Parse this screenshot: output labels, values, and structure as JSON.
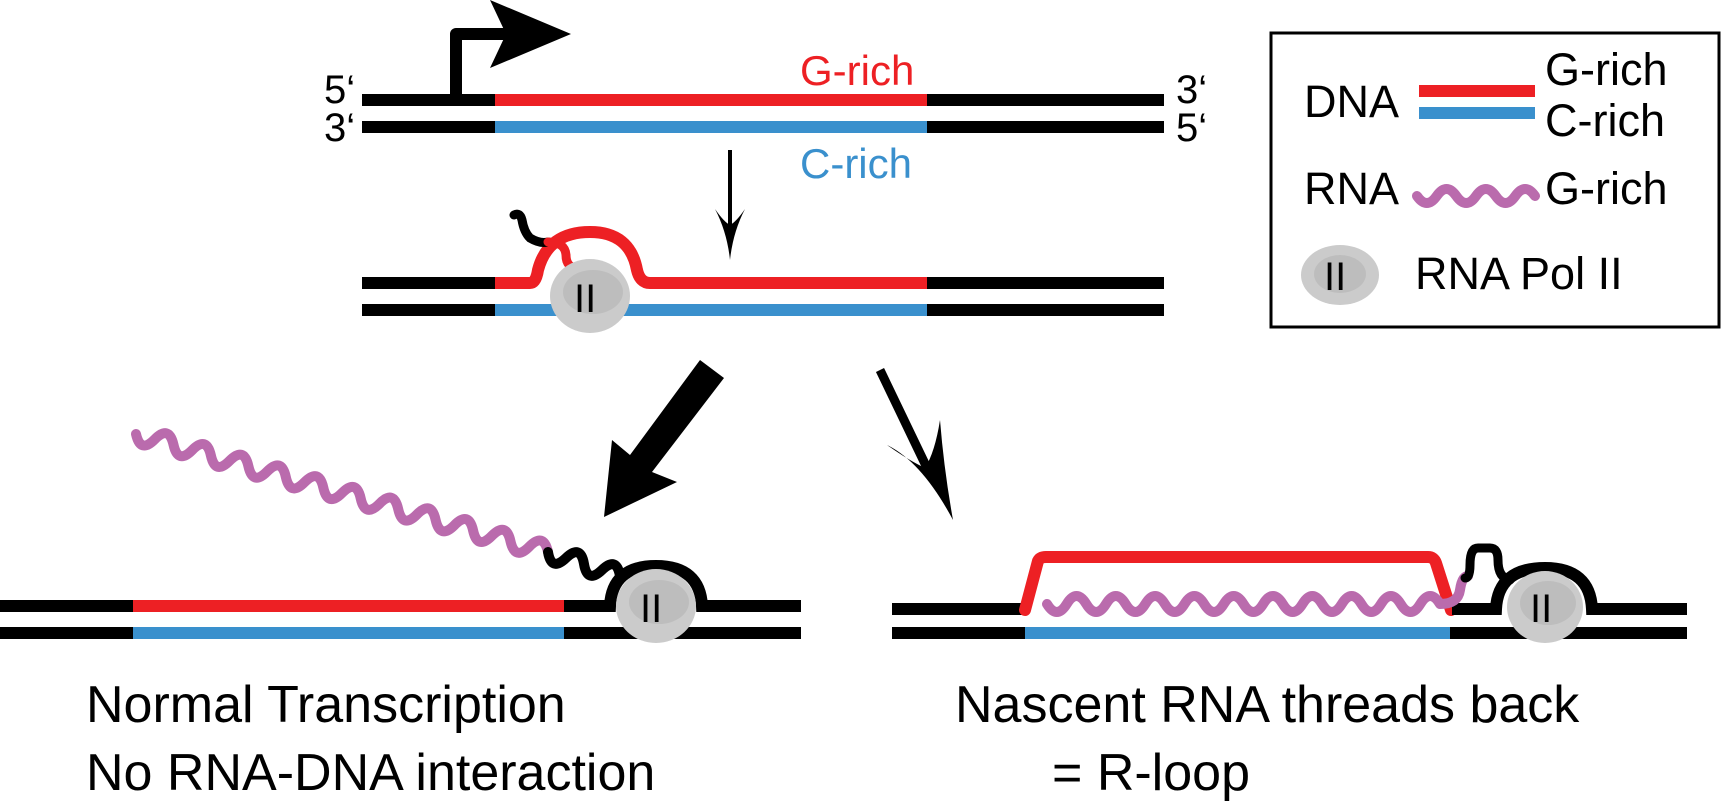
{
  "colors": {
    "g_rich_dna": "#ED2024",
    "c_rich_dna": "#3A90CD",
    "rna": "#BA6BAD",
    "dna_flank": "#000000",
    "pol_outer": "#CBCBCB",
    "pol_inner": "#BDBDBD"
  },
  "top_construct": {
    "top_strand_5prime": "5‘",
    "top_strand_3prime": "3‘",
    "bottom_strand_3prime": "3‘",
    "bottom_strand_5prime": "5‘",
    "g_rich_label": "G-rich",
    "c_rich_label": "C-rich"
  },
  "polymerase": {
    "glyph": "II"
  },
  "legend": {
    "dna_label": "DNA",
    "dna_g_rich": "G-rich",
    "dna_c_rich": "C-rich",
    "rna_label": "RNA",
    "rna_g_rich": "G-rich",
    "pol_glyph": "II",
    "pol_label": "RNA Pol II"
  },
  "outcomes": {
    "left": {
      "line1": "Normal Transcription",
      "line2": "No RNA-DNA interaction",
      "pathway_weight": "major"
    },
    "right": {
      "line1": "Nascent RNA threads back",
      "line2": "= R-loop",
      "pathway_weight": "minor"
    }
  }
}
